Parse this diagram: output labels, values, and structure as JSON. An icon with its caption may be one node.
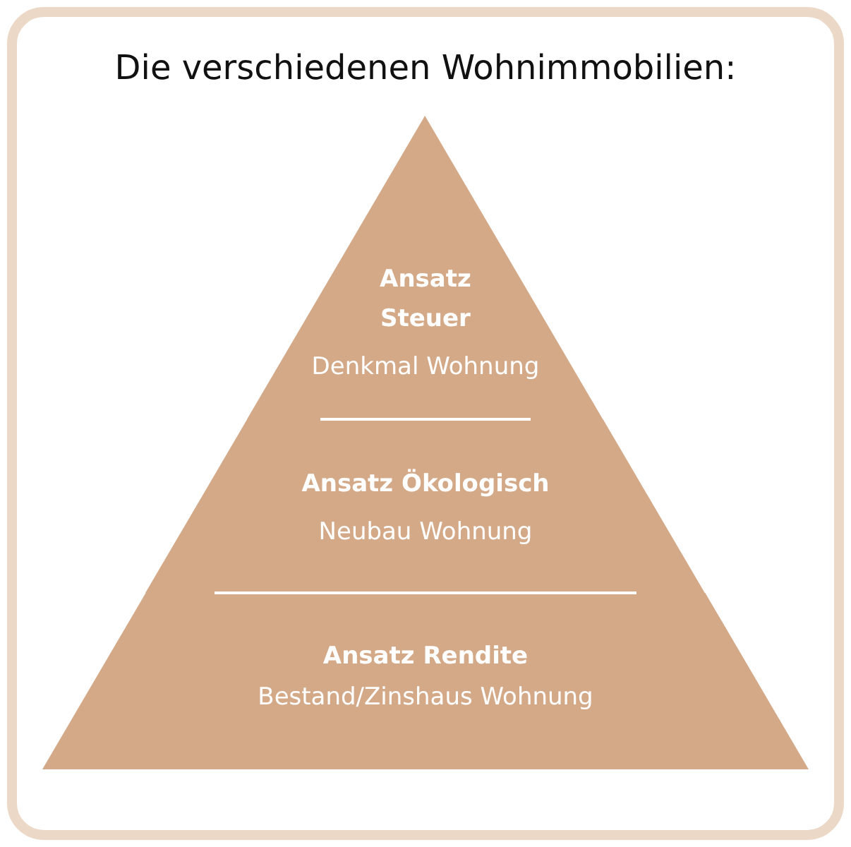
{
  "diagram": {
    "title": "Die verschiedenen Wohnimmobilien:",
    "nodes": [
      {
        "text": [
          "Ansatz Steuer",
          "Denkmal Wohnung"
        ]
      },
      {
        "text": [
          "Ansatz Ökologisch",
          "Neubau Wohnung"
        ]
      },
      {
        "text": [
          "Ansatz Rendite",
          "Bestand/Zinshaus Wohnung"
        ]
      }
    ]
  }
}
